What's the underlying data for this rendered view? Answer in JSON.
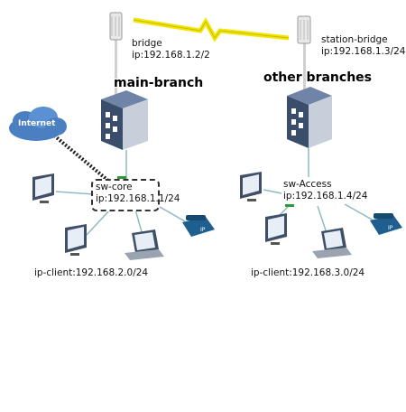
{
  "left": {
    "radio_label_name": "bridge",
    "radio_label_ip": "ip:192.168.1.2/2",
    "router_title": "main-branch",
    "switch_name": "sw-core",
    "switch_ip": "ip:192.168.1.1/24",
    "client_label": "ip-client:192.168.2.0/24"
  },
  "right": {
    "radio_label_name": "station-bridge",
    "radio_label_ip": "ip:192.168.1.3/24",
    "router_title": "other branches",
    "switch_name": "sw-Access",
    "switch_ip": "ip:192.168.1.4/24",
    "client_label": "ip-client:192.168.3.0/24"
  },
  "cloud": {
    "label": "Internet"
  },
  "colors": {
    "wireless_link": "#f2e600",
    "cloud": "#4a7fc1",
    "phone": "#1f5f8f",
    "router": "#3a4d6b",
    "switch_accent": "#2e9a3a"
  }
}
